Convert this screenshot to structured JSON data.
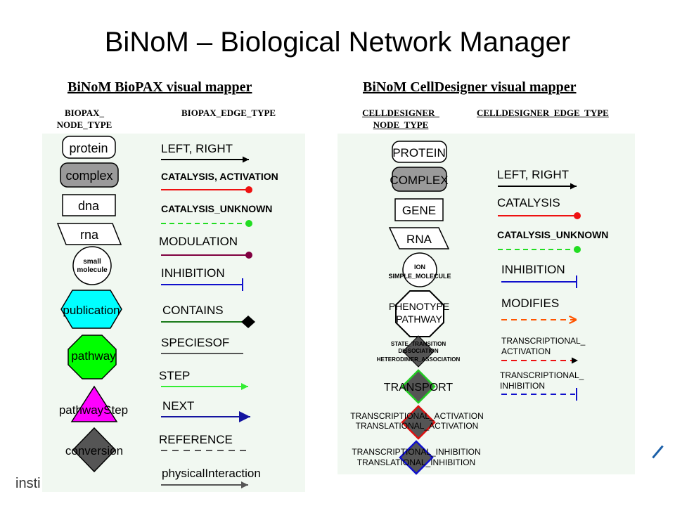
{
  "title": "BiNoM – Biological Network Manager",
  "biopax": {
    "panel_title": "BiNoM BioPAX visual mapper",
    "node_header": [
      "BIOPAX_",
      "NODE_TYPE"
    ],
    "edge_header": "BIOPAX_EDGE_TYPE",
    "nodes": [
      "protein",
      "complex",
      "dna",
      "rna",
      "small",
      "molecule",
      "publication",
      "pathway",
      "pathwayStep",
      "conversion"
    ],
    "edges": [
      "LEFT, RIGHT",
      "CATALYSIS, ACTIVATION",
      "CATALYSIS_UNKNOWN",
      "MODULATION",
      "INHIBITION",
      "CONTAINS",
      "SPECIESOF",
      "STEP",
      "NEXT",
      "REFERENCE",
      "physicalInteraction"
    ]
  },
  "celldesigner": {
    "panel_title": "BiNoM CellDesigner visual mapper",
    "node_header": [
      "CELLDESIGNER_",
      "NODE_TYPE"
    ],
    "edge_header": "CELLDESIGNER_EDGE_TYPE",
    "nodes": [
      "PROTEIN",
      "COMPLEX",
      "GENE",
      "RNA",
      "ION",
      "SIMPLE_MOLECULE",
      "PHENOTYPE",
      "PATHWAY",
      "STATE_TRANSITION",
      "DISSOCIATION",
      "HETERODIMER_ASSOCIATION",
      "TRANSPORT",
      "TRANSCRIPTIONAL_ACTIVATION",
      "TRANSLATIONAL_ACTIVATION",
      "TRANSCRIPTIONAL_INHIBITION",
      "TRANSLATIONAL_INHIBITION"
    ],
    "edges": [
      "LEFT, RIGHT",
      "CATALYSIS",
      "CATALYSIS_UNKNOWN",
      "INHIBITION",
      "MODIFIES",
      "TRANSCRIPTIONAL_",
      "ACTIVATION",
      "TRANSCRIPTIONAL_",
      "INHIBITION"
    ]
  },
  "footer": {
    "org_text": "insti"
  },
  "colors": {
    "panel_bg": "#f1f8f1",
    "complex": "#9a9a9a",
    "publication": "#00ffff",
    "pathway": "#00ff00",
    "pathwayStep": "#ff00ff",
    "conversion": "#555555",
    "catalysis": "#ee1111",
    "catalysis_unknown": "#22dd22",
    "modulation": "#800040",
    "inhibition": "#1010cc",
    "contains": "#1a7a1a",
    "step": "#33ee33",
    "next": "#1414a0",
    "modifies": "#ff5500"
  }
}
